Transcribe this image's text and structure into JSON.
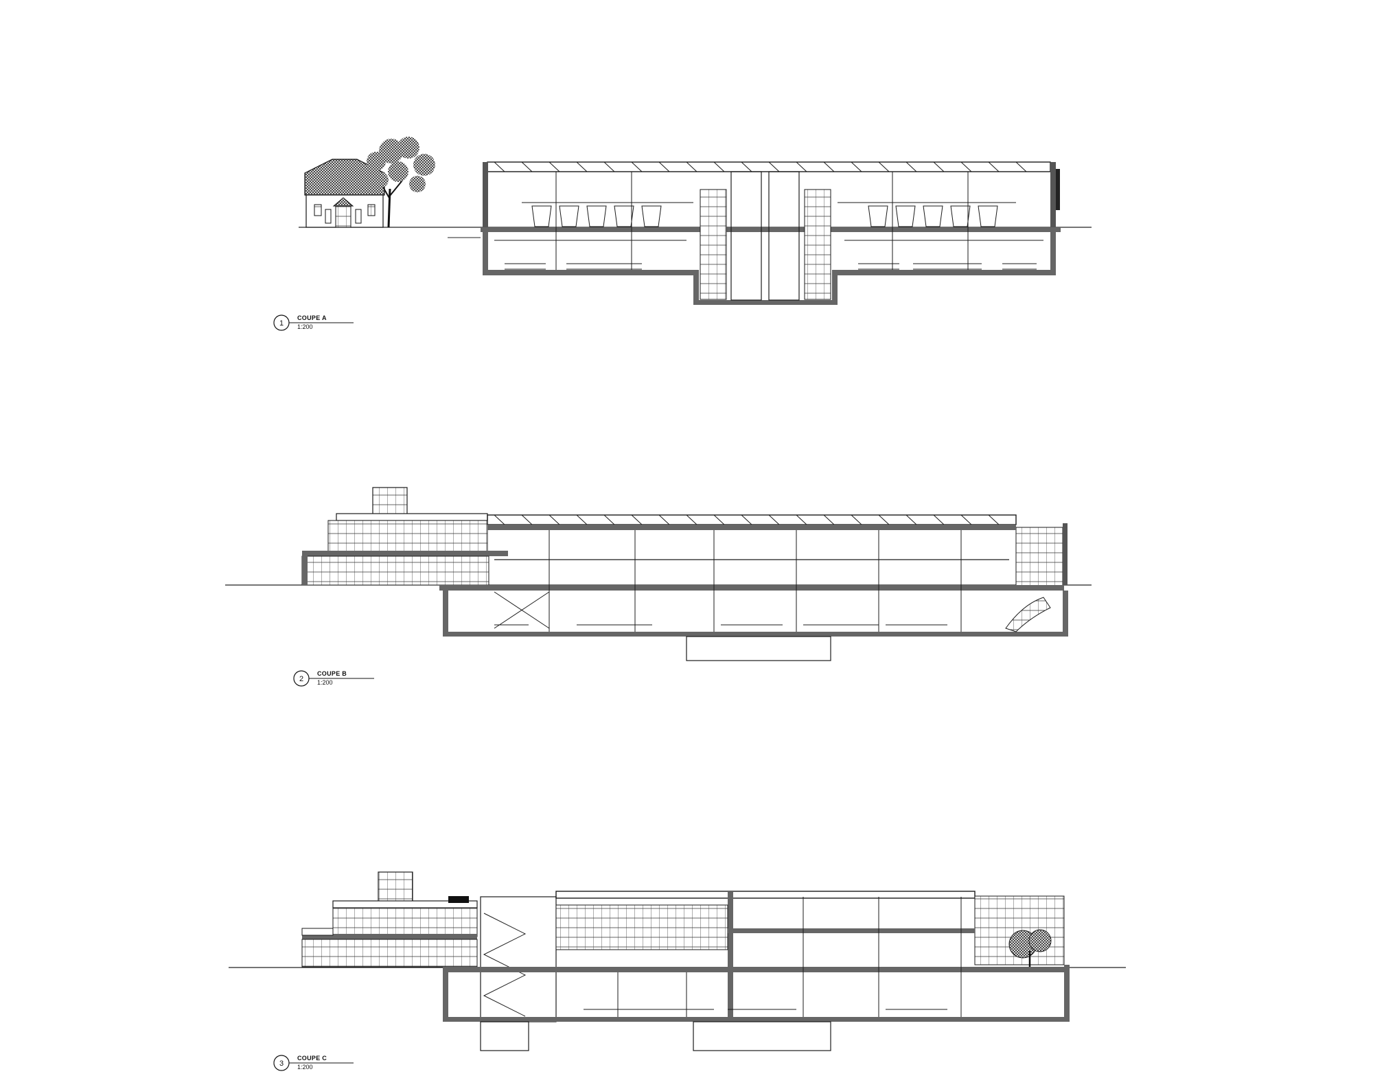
{
  "drawing": {
    "sections": [
      {
        "number": "1",
        "title": "COUPE A",
        "scale": "1:200"
      },
      {
        "number": "2",
        "title": "COUPE B",
        "scale": "1:200"
      },
      {
        "number": "3",
        "title": "COUPE C",
        "scale": "1:200"
      }
    ]
  },
  "colors": {
    "line": "#1a1a1a",
    "wall": "#555555",
    "roof_fill": "#333333"
  }
}
